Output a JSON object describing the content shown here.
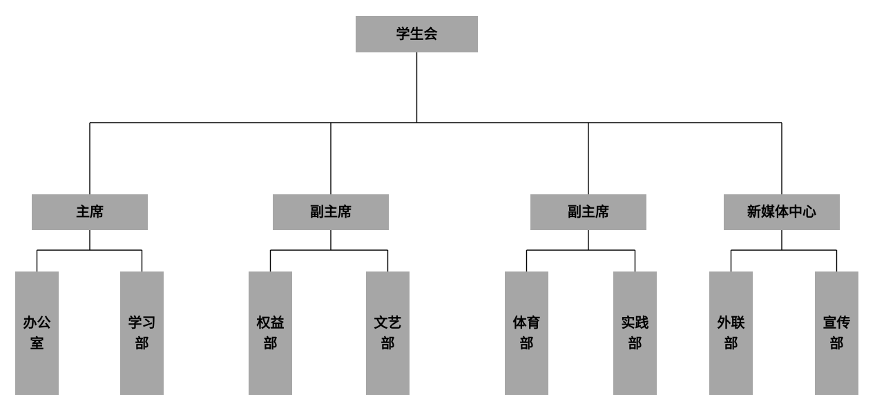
{
  "org": {
    "root": {
      "label": "学生会"
    },
    "branches": [
      {
        "label": "主席",
        "children": [
          {
            "label": "办公室"
          },
          {
            "label": "学习部"
          }
        ]
      },
      {
        "label": "副主席",
        "children": [
          {
            "label": "权益部"
          },
          {
            "label": "文艺部"
          }
        ]
      },
      {
        "label": "副主席",
        "children": [
          {
            "label": "体育部"
          },
          {
            "label": "实践部"
          }
        ]
      },
      {
        "label": "新媒体中心",
        "children": [
          {
            "label": "外联部"
          },
          {
            "label": "宣传部"
          }
        ]
      }
    ],
    "colors": {
      "box_fill": "#a6a6a6",
      "text": "#000000",
      "connector": "#000000",
      "background": "#ffffff"
    }
  }
}
